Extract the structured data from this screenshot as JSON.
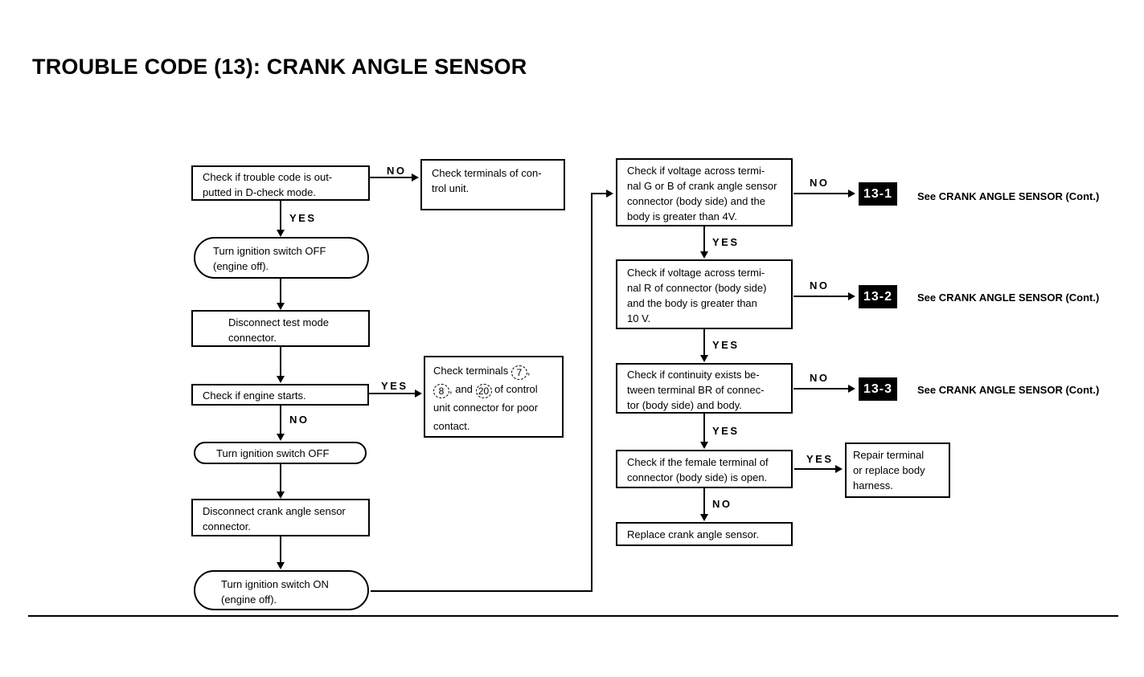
{
  "page": {
    "title": "TROUBLE CODE (13): CRANK ANGLE SENSOR"
  },
  "labels": {
    "yes": "YES",
    "no": "NO"
  },
  "colors": {
    "ink": "#000000",
    "paper": "#ffffff",
    "badge_bg": "#000000",
    "badge_fg": "#ffffff"
  },
  "nodes": {
    "d_check": {
      "text": "Check if trouble code is out-\nputted in D-check mode."
    },
    "control_unit": {
      "text": "Check terminals of con-\ntrol unit."
    },
    "ign_off_1": {
      "text": "Turn ignition switch OFF\n(engine off)."
    },
    "test_mode": {
      "text": "Disconnect test mode\nconnector."
    },
    "engine_starts": {
      "text": "Check if engine starts."
    },
    "terminals": {
      "lead": "Check terminals",
      "n1": "7",
      "sep1": ",\n",
      "n2": "8",
      "sep2": ", and",
      "n3": "20",
      "tail": "of control unit connector for poor contact."
    },
    "ign_off_2": {
      "text": "Turn ignition switch OFF"
    },
    "disconnect_sensor": {
      "text": "Disconnect crank angle sensor\nconnector."
    },
    "ign_on": {
      "text": "Turn ignition switch ON\n(engine off)."
    },
    "voltage_gb": {
      "text": "Check if voltage across termi-\nnal G or B of crank angle sensor\nconnector (body side) and the\nbody is greater than 4V."
    },
    "voltage_r": {
      "text": "Check if voltage across termi-\nnal R of connector (body side)\nand the body is greater than\n10 V."
    },
    "continuity": {
      "text": "Check if continuity exists be-\ntween terminal BR of connec-\ntor (body side) and body."
    },
    "female_terminal": {
      "text": "Check if the female terminal of\nconnector (body side) is open."
    },
    "repair": {
      "text": "Repair terminal\nor replace body\nharness."
    },
    "replace": {
      "text": "Replace crank angle sensor."
    }
  },
  "badges": [
    {
      "code": "13-1",
      "note": "See CRANK ANGLE SENSOR (Cont.)"
    },
    {
      "code": "13-2",
      "note": "See CRANK ANGLE SENSOR (Cont.)"
    },
    {
      "code": "13-3",
      "note": "See CRANK ANGLE SENSOR (Cont.)"
    }
  ]
}
